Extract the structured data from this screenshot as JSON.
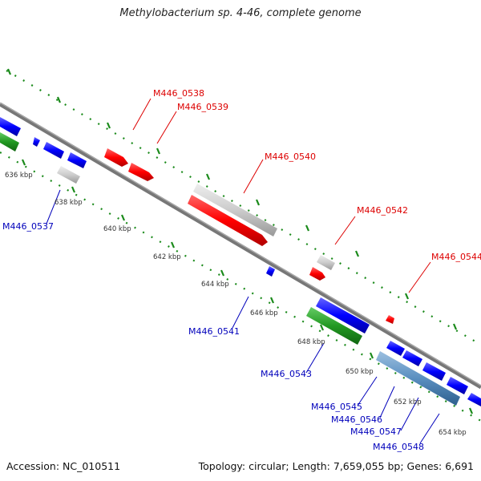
{
  "title": "Methylobacterium sp. 4-46, complete genome",
  "footer": {
    "accession": "Accession: NC_010511",
    "summary": "Topology: circular; Length: 7,659,055 bp; Genes: 6,691"
  },
  "scale_labels": [
    "636 kbp",
    "638 kbp",
    "640 kbp",
    "642 kbp",
    "644 kbp",
    "646 kbp",
    "648 kbp",
    "650 kbp",
    "652 kbp",
    "654 kbp"
  ],
  "genes_top": [
    {
      "name": "M446_0538",
      "color": "#dd0000"
    },
    {
      "name": "M446_0539",
      "color": "#dd0000"
    },
    {
      "name": "M446_0540",
      "color": "#dd0000"
    },
    {
      "name": "M446_0542",
      "color": "#dd0000"
    },
    {
      "name": "M446_0544",
      "color": "#dd0000"
    }
  ],
  "genes_bottom": [
    {
      "name": "M446_0537",
      "color": "#0000bb"
    },
    {
      "name": "M446_0541",
      "color": "#0000bb"
    },
    {
      "name": "M446_0543",
      "color": "#0000bb"
    },
    {
      "name": "M446_0545",
      "color": "#0000bb"
    },
    {
      "name": "M446_0546",
      "color": "#0000bb"
    },
    {
      "name": "M446_0547",
      "color": "#0000bb"
    },
    {
      "name": "M446_0548",
      "color": "#0000bb"
    }
  ],
  "colors": {
    "forward_gene": "#ff0000",
    "reverse_gene": "#0000ff",
    "grey_gene": "#c8c8c8",
    "green_gene": "#1f9a1f",
    "steelblue_gene": "#4a82b4",
    "backbone": "#808080",
    "tick_green": "#1a8a1a"
  }
}
